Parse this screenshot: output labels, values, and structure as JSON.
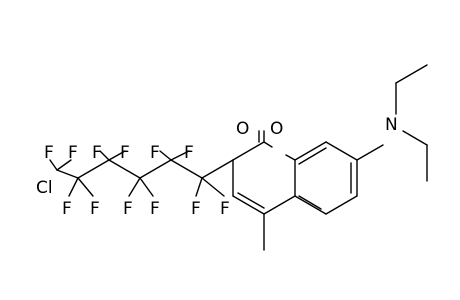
{
  "molecule": {
    "atoms": {
      "o_carbonyl": "O",
      "o_ring": "O",
      "n_amine": "N",
      "cl": "Cl",
      "f1": "F",
      "f2": "F",
      "f3": "F",
      "f4": "F",
      "f5": "F",
      "f6": "F",
      "f7": "F",
      "f8": "F",
      "f9": "F",
      "f10": "F",
      "f11": "F",
      "f12": "F"
    },
    "colors": {
      "ink": "#000000",
      "background": "#ffffff"
    }
  }
}
